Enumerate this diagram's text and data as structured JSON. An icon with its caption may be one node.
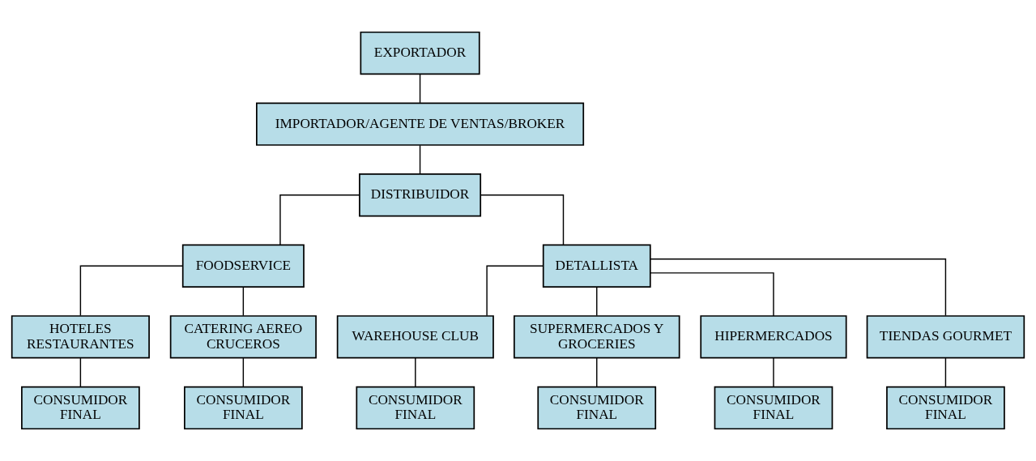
{
  "diagram": {
    "nodes": [
      {
        "text": [
          "EXPORTADOR"
        ]
      },
      {
        "text": [
          "IMPORTADOR/AGENTE DE VENTAS/BROKER"
        ]
      },
      {
        "text": [
          "DISTRIBUIDOR"
        ]
      },
      {
        "text": [
          "FOODSERVICE"
        ]
      },
      {
        "text": [
          "DETALLISTA"
        ]
      },
      {
        "text": [
          "HOTELES RESTAURANTES"
        ]
      },
      {
        "text": [
          "CATERING AEREO CRUCEROS"
        ]
      },
      {
        "text": [
          "WAREHOUSE CLUB"
        ]
      },
      {
        "text": [
          "SUPERMERCADOS Y GROCERIES"
        ]
      },
      {
        "text": [
          "HIPERMERCADOS"
        ]
      },
      {
        "text": [
          "TIENDAS GOURMET"
        ]
      },
      {
        "text": [
          "CONSUMIDOR FINAL"
        ]
      },
      {
        "text": [
          "CONSUMIDOR FINAL"
        ]
      },
      {
        "text": [
          "CONSUMIDOR FINAL"
        ]
      },
      {
        "text": [
          "CONSUMIDOR FINAL"
        ]
      },
      {
        "text": [
          "CONSUMIDOR FINAL"
        ]
      },
      {
        "text": [
          "CONSUMIDOR FINAL"
        ]
      }
    ],
    "edges": [
      {
        "from": 0,
        "to": 1,
        "arrow": "none"
      },
      {
        "from": 1,
        "to": 2,
        "arrow": "none"
      },
      {
        "from": 2,
        "to": 3,
        "arrow": "none"
      },
      {
        "from": 2,
        "to": 4,
        "arrow": "none"
      },
      {
        "from": 3,
        "to": 5,
        "arrow": "none"
      },
      {
        "from": 3,
        "to": 6,
        "arrow": "none"
      },
      {
        "from": 4,
        "to": 7,
        "arrow": "none"
      },
      {
        "from": 4,
        "to": 8,
        "arrow": "none"
      },
      {
        "from": 4,
        "to": 9,
        "arrow": "none"
      },
      {
        "from": 4,
        "to": 10,
        "arrow": "none"
      },
      {
        "from": 5,
        "to": 11,
        "arrow": "none"
      },
      {
        "from": 6,
        "to": 12,
        "arrow": "none"
      },
      {
        "from": 7,
        "to": 13,
        "arrow": "none"
      },
      {
        "from": 8,
        "to": 14,
        "arrow": "none"
      },
      {
        "from": 9,
        "to": 15,
        "arrow": "none"
      },
      {
        "from": 10,
        "to": 16,
        "arrow": "none"
      }
    ]
  }
}
